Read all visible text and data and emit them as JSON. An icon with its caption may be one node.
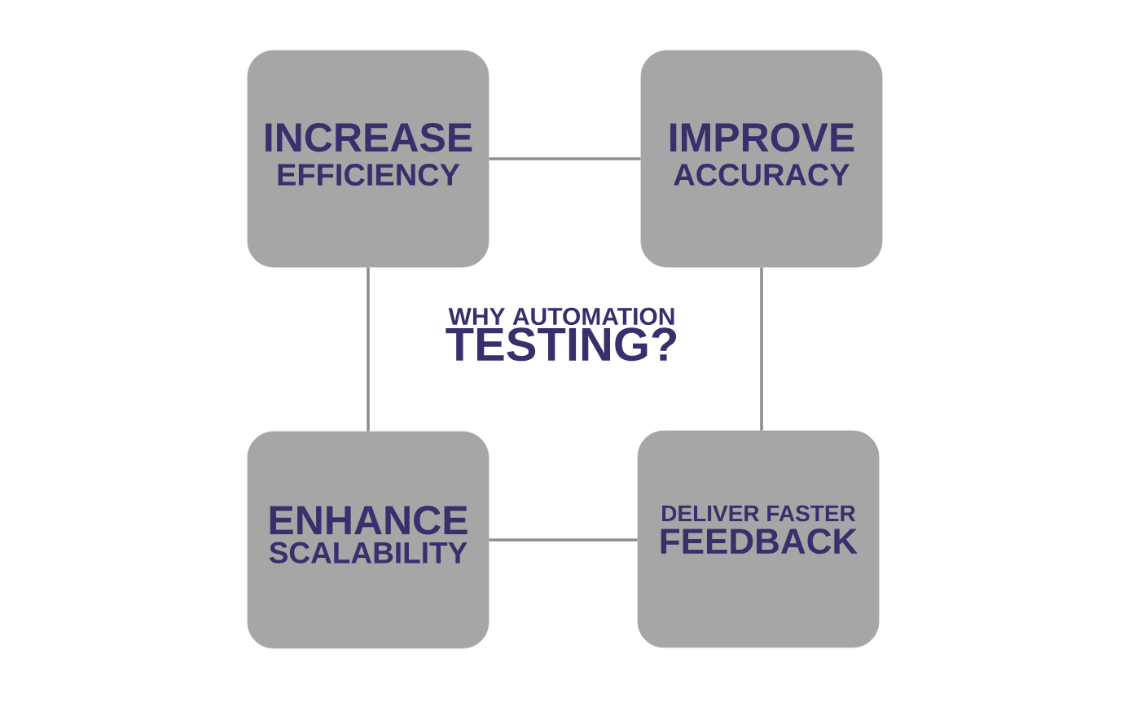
{
  "diagram": {
    "nodes": [
      {
        "text": [
          "INCREASE",
          "EFFICIENCY"
        ]
      },
      {
        "text": [
          "IMPROVE",
          "ACCURACY"
        ]
      },
      {
        "text": [
          "ENHANCE",
          "SCALABILITY"
        ]
      },
      {
        "text": [
          "DELIVER FASTER",
          "FEEDBACK"
        ]
      }
    ],
    "edges": [
      {
        "from": 0,
        "to": 1,
        "arrow": "none"
      },
      {
        "from": 0,
        "to": 2,
        "arrow": "none"
      },
      {
        "from": 1,
        "to": 3,
        "arrow": "none"
      },
      {
        "from": 2,
        "to": 3,
        "arrow": "none"
      }
    ],
    "labels": [
      "WHY AUTOMATION",
      "TESTING?"
    ]
  }
}
